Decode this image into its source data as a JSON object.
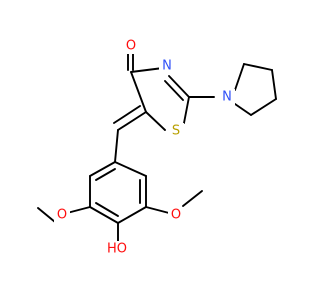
{
  "molecule": {
    "atoms": {
      "oxygen_carbonyl": {
        "text": "O",
        "color": "#ff0d0d"
      },
      "nitrogen_ring": {
        "text": "N",
        "color": "#3050f8"
      },
      "nitrogen_pyrrolidine": {
        "text": "N",
        "color": "#3050f8"
      },
      "sulfur": {
        "text": "S",
        "color": "#b8a000"
      },
      "oxygen_methoxy_left": {
        "text": "O",
        "color": "#ff0d0d"
      },
      "oxygen_methoxy_right": {
        "text": "O",
        "color": "#ff0d0d"
      },
      "hydroxyl": {
        "text": "HO",
        "color": "#ff0d0d"
      }
    }
  }
}
